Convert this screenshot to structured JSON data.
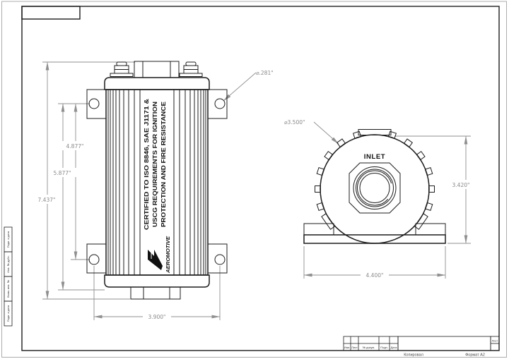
{
  "drawing": {
    "front_view": {
      "cert_line1": "CERTIFIED TO ISO 8846, SAE J1171 &",
      "cert_line2": "USCG REQUIREMENTS FOR IGNITION",
      "cert_line3": "PROTECTION AND FIRE RESISTANCE",
      "brand": "AEROMOTIVE",
      "dim_overall_height": "7.437\"",
      "dim_body_height": "5.877\"",
      "dim_hole_span_vertical": "4.877\"",
      "dim_hole_span_horizontal": "3.900\"",
      "dim_mount_hole_diameter": "⌀.281\""
    },
    "end_view": {
      "port_label": "INLET",
      "dim_body_diameter": "⌀3.500\"",
      "dim_height": "3.420\"",
      "dim_base_width": "4.400\""
    }
  },
  "title_block": {
    "rev_columns": [
      "Изм.",
      "Лист",
      "№ докум.",
      "Подп.",
      "Дата"
    ],
    "sheet_cell": "Лист",
    "footer_left": "Копировал",
    "footer_right": "Формат А2"
  },
  "margin_fields": [
    "Подп. и дата",
    "Инв. № дубл.",
    "Взам. инв. №",
    "Подп. и дата"
  ],
  "colors": {
    "line": "#1c1c1c",
    "dim": "#8f8f8f",
    "sheet": "#ffffff"
  }
}
